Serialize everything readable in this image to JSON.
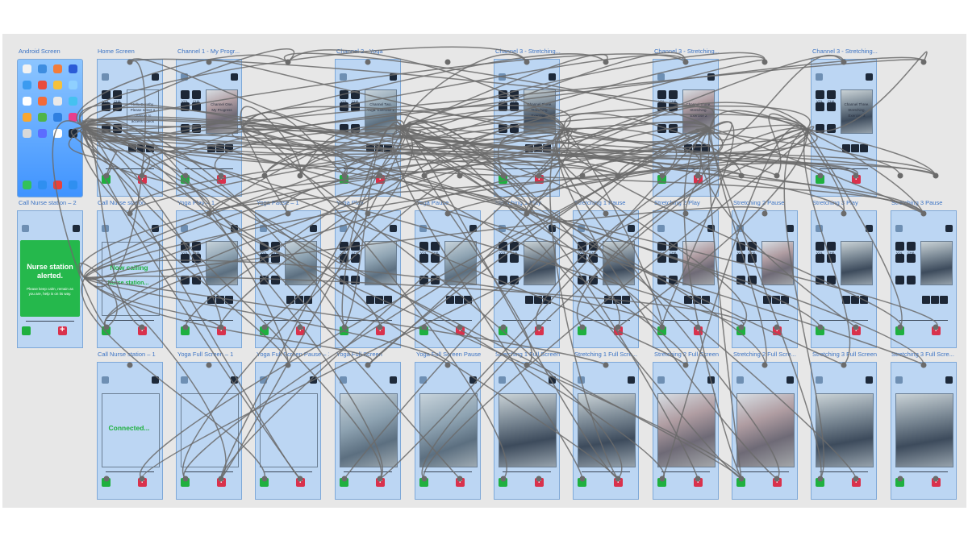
{
  "frames": {
    "android": "Android Screen",
    "home": "Home Screen",
    "ch1": "Channel 1 - My Progr...",
    "ch2": "Channel 2 - Yoga",
    "ch3a": "Channel 3 - Stretching...",
    "ch3b": "Channel 3 - Stretching...",
    "ch3c": "Channel 3 - Stretching...",
    "call2": "Call Nurse station – 2",
    "callst": "Call Nurse station",
    "yogaplay1": "Yoga Play – 1",
    "yogapause1": "Yoga Pause – 1",
    "yogaplay": "Yoga Play",
    "yogapause": "Yoga Pause",
    "str1play": "Stretching 1 Play",
    "str1pause": "Stretching 1 Pause",
    "str2play": "Stretching 2 Play",
    "str2pause": "Stretching 2 Pause",
    "str3play": "Stretching 3 Play",
    "str3pause": "Stretching 3 Pause",
    "call1": "Call Nurse station – 1",
    "yogafs1": "Yoga Full Screen – 1",
    "yogafspause1": "Yoga Full Screen Pause – 1",
    "yogafs": "Yoga Full Screen",
    "yogafspause": "Yoga Full Screen Pause",
    "str1fs": "Stretching 1 Full Screen",
    "str1fspause": "Stretching 1 Full Scre...",
    "str2fs": "Stretching 2 Full Screen",
    "str2fspause": "Stretching 2 Full Scre...",
    "str3fs": "Stretching 3 Full Screen",
    "str3fspause": "Stretching 3 Full Scre..."
  },
  "labels": {
    "vol": "VOL",
    "cha": "CHA",
    "cc": "CC"
  },
  "thumbs": {
    "home": "Hello Dorothy. Please select a channel to access videos",
    "ch1": "Channel One. My Progress",
    "ch2": "Channel Two. Yoga. Exercise 1",
    "ch3a": "Channel Three. Stretching. Exercise 1",
    "ch3b": "Channel Three. Stretching. Exercise 2",
    "ch3c": "Channel Three. Stretching. Exercise 3"
  },
  "nurse": {
    "title": "Nurse station alerted.",
    "message": "Please keep calm, remain as you are, help is on its way."
  },
  "calling": {
    "now_calling": "Now calling",
    "nurse_station": "Nurse station...",
    "connected": "Connected..."
  },
  "colors": {
    "canvas_bg": "#e7e7e7",
    "screen_bg": "#bcd6f3",
    "title_text": "#3b73c4",
    "wire": "#6b6b6b",
    "call_green": "#1fb03f",
    "alert_red": "#d9314c",
    "control_dark": "#1d2736",
    "pause_gold": "#d4a12e"
  }
}
